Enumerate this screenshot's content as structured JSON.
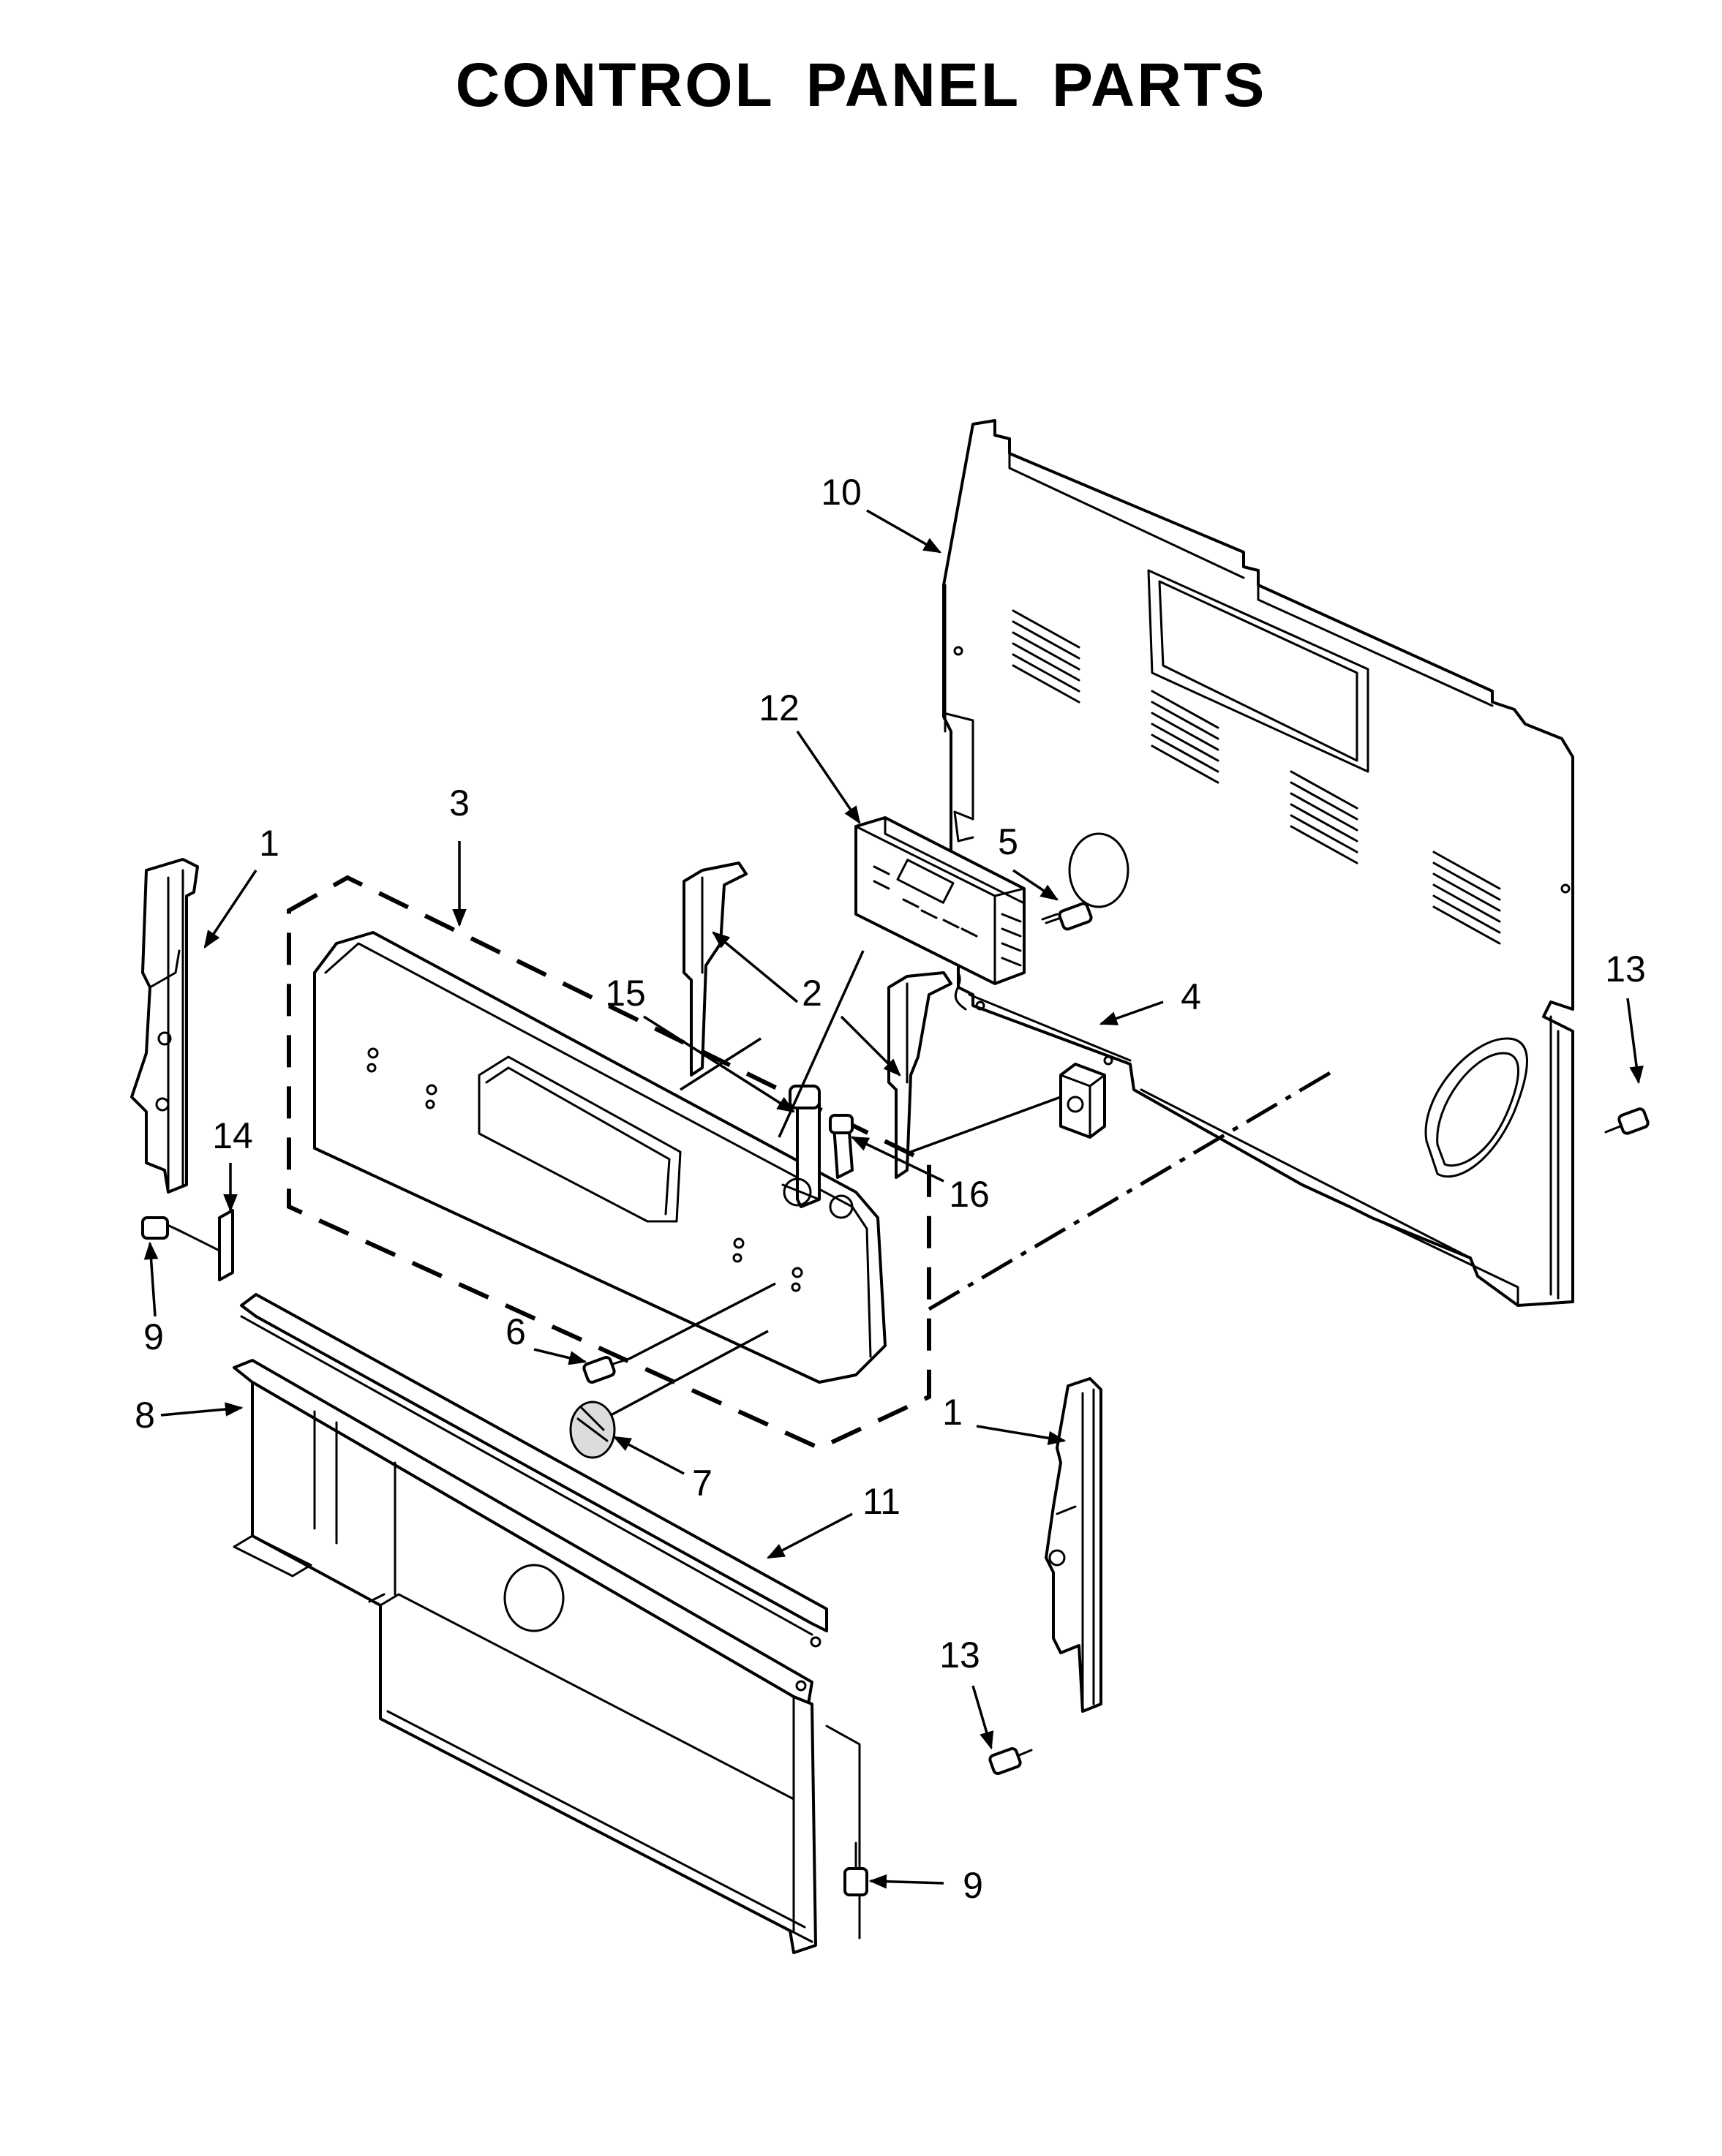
{
  "title": "CONTROL PANEL PARTS",
  "callouts": {
    "rear_panel": "10",
    "electronic_control": "12",
    "console_panel": "3",
    "end_cap_left": "1",
    "end_cap_right": "1",
    "screw_5": "5",
    "console_bracket": "2",
    "touch_switch": "15",
    "switch_16": "16",
    "terminal_block": "4",
    "screw_13_top": "13",
    "screw_13_bottom": "13",
    "bracket_14": "14",
    "screw_9_left": "9",
    "screw_9_bottom": "9",
    "screw_6": "6",
    "knob_7": "7",
    "manifold_panel": "8",
    "trim_11": "11"
  }
}
